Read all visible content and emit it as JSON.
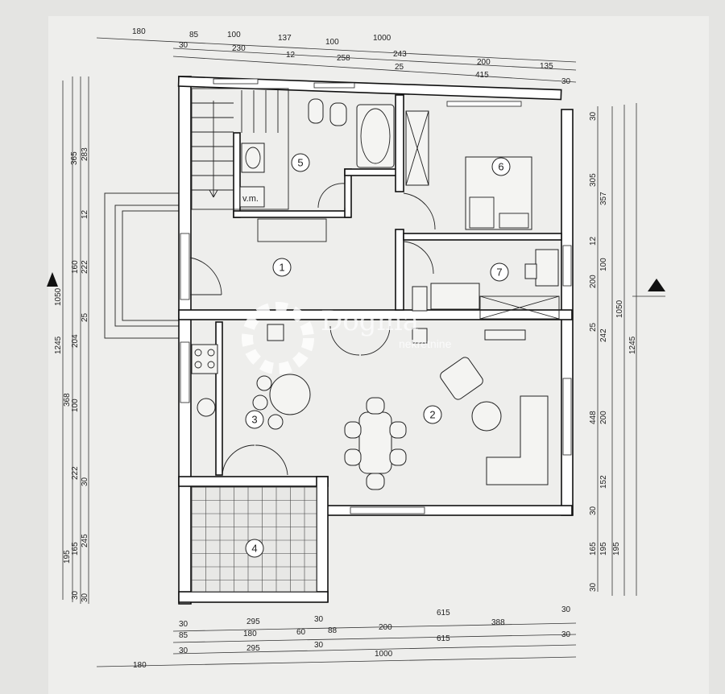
{
  "rooms": [
    {
      "id": "1"
    },
    {
      "id": "2"
    },
    {
      "id": "3"
    },
    {
      "id": "4"
    },
    {
      "id": "5"
    },
    {
      "id": "6"
    },
    {
      "id": "7"
    }
  ],
  "wc_label": "v.m.",
  "watermark": {
    "brand": "Dogma",
    "sub": "nekretnine"
  },
  "dims_top_row1": [
    "180",
    "85",
    "100",
    "137",
    "100",
    "1000"
  ],
  "dims_top_row2": [
    "30",
    "230",
    "12",
    "258",
    "243",
    "200",
    "135"
  ],
  "dims_top_row3": [
    "25",
    "415",
    "30"
  ],
  "dims_bottom_row1": [
    "30",
    "295",
    "30",
    "615",
    "30"
  ],
  "dims_bottom_row2": [
    "85",
    "180",
    "60",
    "88",
    "200",
    "388"
  ],
  "dims_bottom_row3": [
    "30",
    "295",
    "30",
    "615",
    "30"
  ],
  "dims_bottom_row4": [
    "180",
    "1000"
  ],
  "dims_left": [
    "365",
    "283",
    "12",
    "160",
    "222",
    "1050",
    "25",
    "204",
    "1245",
    "368",
    "100",
    "222",
    "30",
    "195",
    "165",
    "245",
    "30",
    "30"
  ],
  "dims_right": [
    "30",
    "305",
    "357",
    "12",
    "100",
    "200",
    "1050",
    "25",
    "242",
    "1245",
    "448",
    "200",
    "152",
    "30",
    "165",
    "195",
    "195",
    "30"
  ],
  "colors": {
    "background": "#e4e4e2",
    "wall": "#111111",
    "paper": "#ffffff"
  }
}
